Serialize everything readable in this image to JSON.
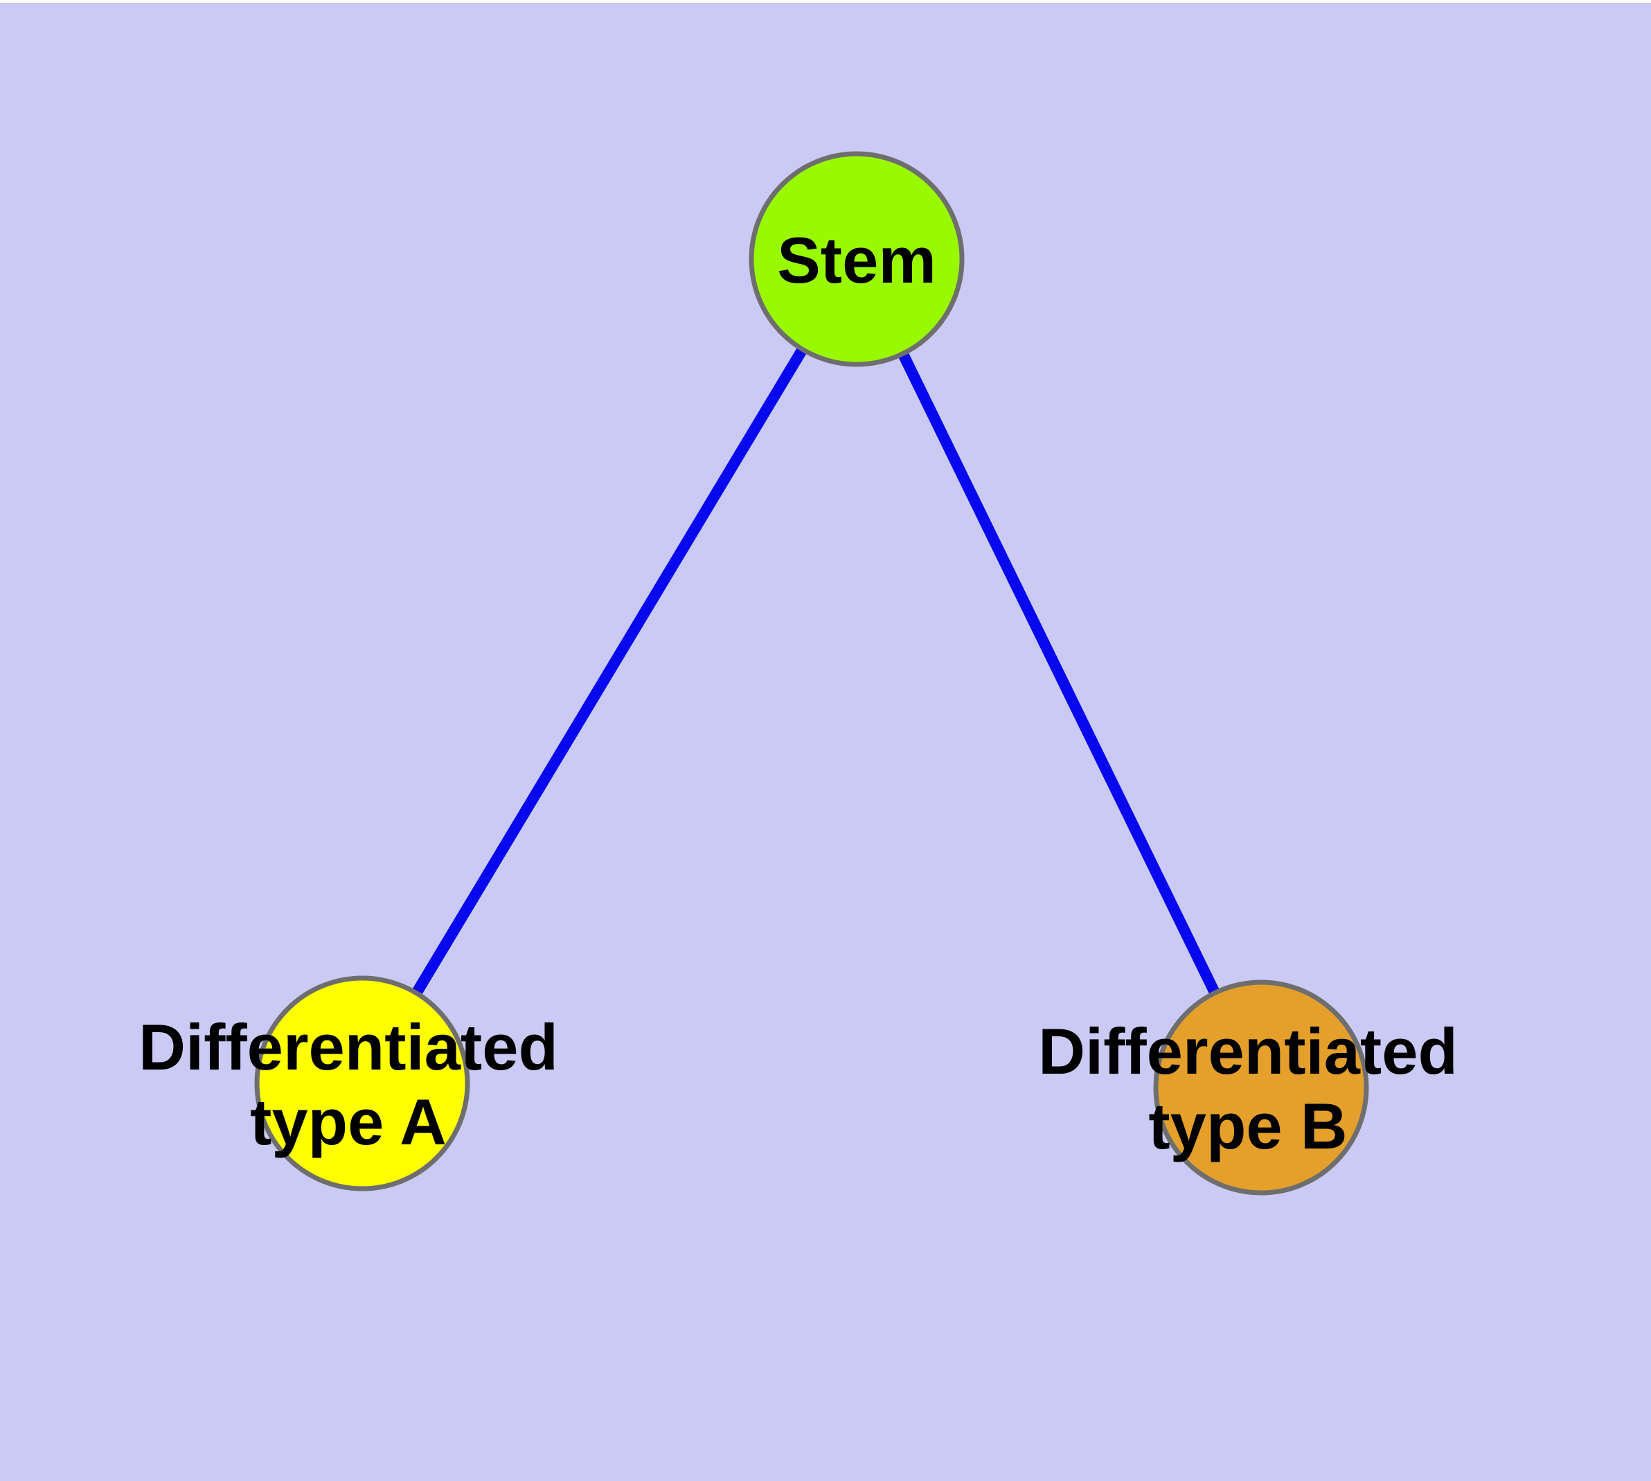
{
  "figure": {
    "type": "graph-diagram",
    "description": "Cell differentiation graph: a stem node connected to two differentiated cell type nodes",
    "background_color": "#CACAF5",
    "top_margin_color": "#FFFFFF",
    "edge_color": "#0808EE",
    "node_border_color": "#6E6E6E",
    "label_color": "#000000",
    "nodes": [
      {
        "id": "stem",
        "label": "Stem",
        "lines": [
          "Stem"
        ],
        "color": "#99FA00"
      },
      {
        "id": "differentiated-type-a",
        "label": "Differentiated type A",
        "lines": [
          "Differentiated",
          "type A"
        ],
        "color": "#FFFF00"
      },
      {
        "id": "differentiated-type-b",
        "label": "Differentiated type B",
        "lines": [
          "Differentiated",
          "type B"
        ],
        "color": "#E4A02A"
      }
    ],
    "edges": [
      {
        "from": "Stem",
        "to": "Differentiated type A"
      },
      {
        "from": "Stem",
        "to": "Differentiated type B"
      }
    ]
  }
}
